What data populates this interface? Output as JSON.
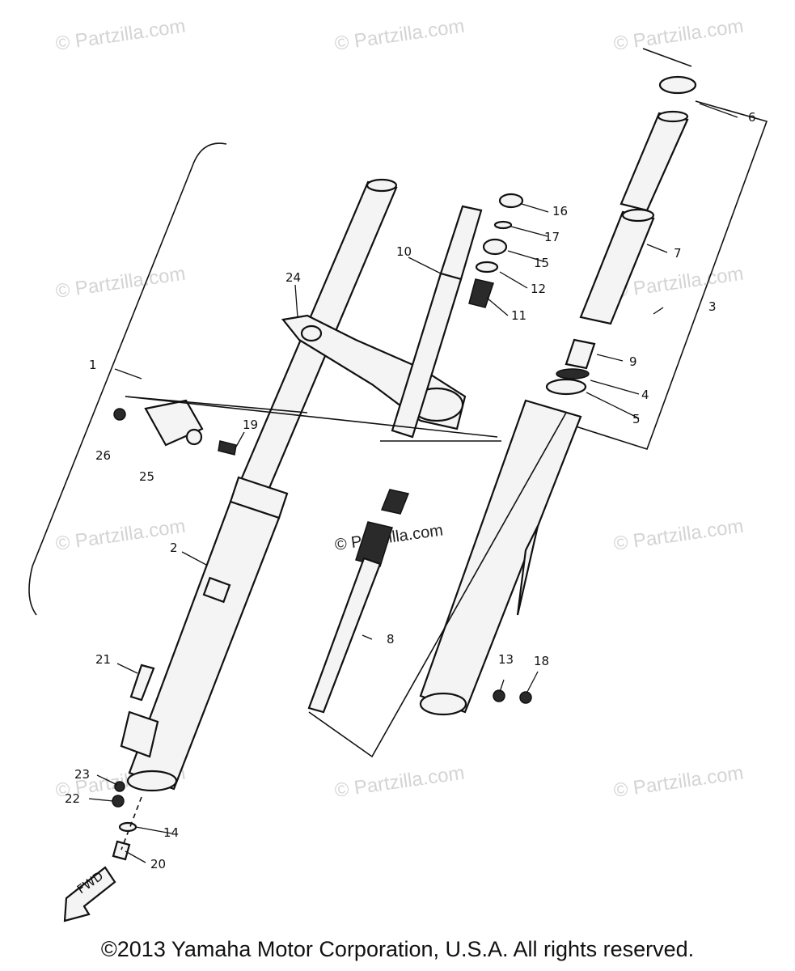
{
  "watermark_text": "© Partzilla.com",
  "callouts": {
    "c1": "1",
    "c2": "2",
    "c3": "3",
    "c4": "4",
    "c5": "5",
    "c6": "6",
    "c7": "7",
    "c8": "8",
    "c9": "9",
    "c10": "10",
    "c11": "11",
    "c12": "12",
    "c13": "13",
    "c14": "14",
    "c15": "15",
    "c16": "16",
    "c17": "17",
    "c18": "18",
    "c19": "19",
    "c20": "20",
    "c21": "21",
    "c22": "22",
    "c23": "23",
    "c24": "24",
    "c25": "25",
    "c26": "26"
  },
  "fwd_label": "FWD",
  "copyright": "©2013 Yamaha Motor Corporation, U.S.A. All rights reserved."
}
